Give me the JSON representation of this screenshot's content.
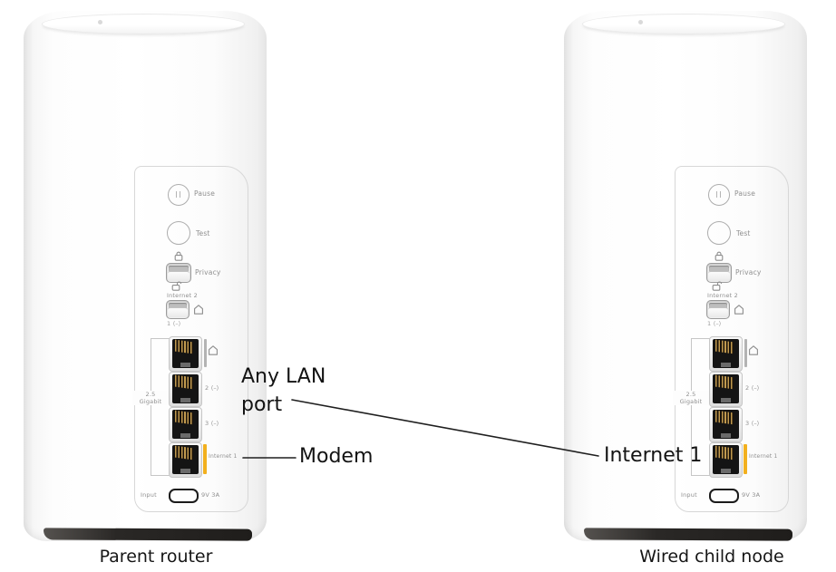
{
  "title": "Router wiring diagram",
  "colors": {
    "accent_yellow": "#f2b01e",
    "base_dark": "#2c2a28",
    "connector_line": "#1f1f1f",
    "panel_label_gray": "#8f8f8f",
    "annotation_text": "#131313"
  },
  "icons": {
    "pause_glyph": "pause-bars-icon",
    "lock": "lock-icon",
    "unlock": "unlock-icon",
    "home": "home-icon",
    "usb_c": "usb-c-port-icon",
    "ethernet": "ethernet-port-icon",
    "lan_arrows": "⟨–⟩"
  },
  "annotations": {
    "any_lan_port": "Any LAN\nport",
    "modem": "Modem",
    "internet_1": "Internet 1"
  },
  "routers": [
    {
      "caption": "Parent router",
      "panel": {
        "pause": "Pause",
        "test": "Test",
        "privacy": "Privacy",
        "internet2": "Internet 2",
        "internet2_sub": "1 ⟨–⟩",
        "speed": "2.5\nGigabit",
        "port2": "2 ⟨–⟩",
        "port3": "3 ⟨–⟩",
        "internet1": "Internet 1",
        "input": "Input",
        "power": "9V 3A"
      }
    },
    {
      "caption": "Wired child node",
      "panel": {
        "pause": "Pause",
        "test": "Test",
        "privacy": "Privacy",
        "internet2": "Internet 2",
        "internet2_sub": "1 ⟨–⟩",
        "speed": "2.5\nGigabit",
        "port2": "2 ⟨–⟩",
        "port3": "3 ⟨–⟩",
        "internet1": "Internet 1",
        "input": "Input",
        "power": "9V 3A"
      }
    }
  ]
}
